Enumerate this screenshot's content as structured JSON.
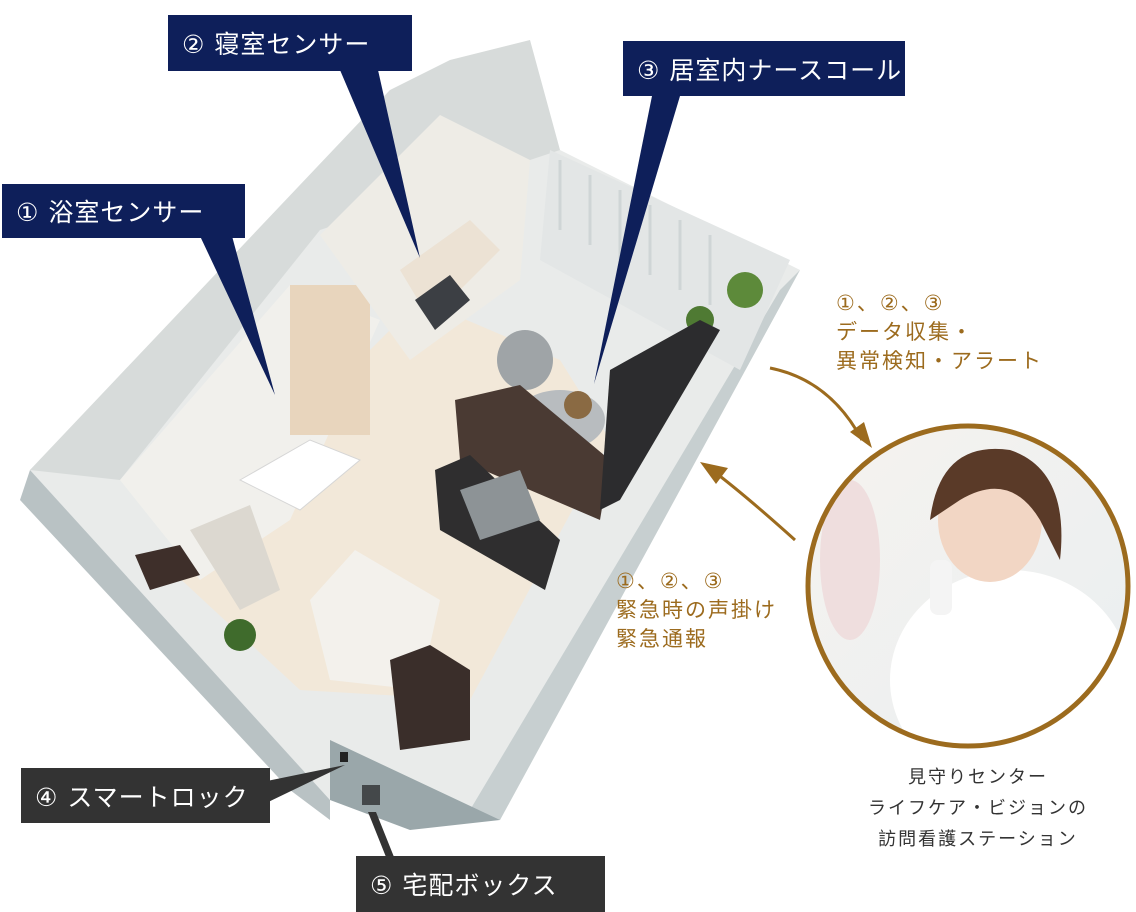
{
  "callouts": {
    "bathroom_sensor": "① 浴室センサー",
    "bedroom_sensor": "② 寝室センサー",
    "nurse_call": "③ 居室内ナースコール",
    "smart_lock": "④ スマートロック",
    "delivery_box": "⑤ 宅配ボックス"
  },
  "flows": {
    "to_center": {
      "line1": "①、②、③",
      "line2": "データ収集・",
      "line3": "異常検知・アラート"
    },
    "to_room": {
      "line1": "①、②、③",
      "line2": "緊急時の声掛け",
      "line3": "緊急通報"
    }
  },
  "center_caption": {
    "line1": "見守りセンター",
    "line2": "ライフケア・ビジョンの",
    "line3": "訪問看護ステーション"
  },
  "colors": {
    "navy_label": "#0e1f5a",
    "dark_label": "#333333",
    "gold_accent": "#9c6b1e"
  }
}
